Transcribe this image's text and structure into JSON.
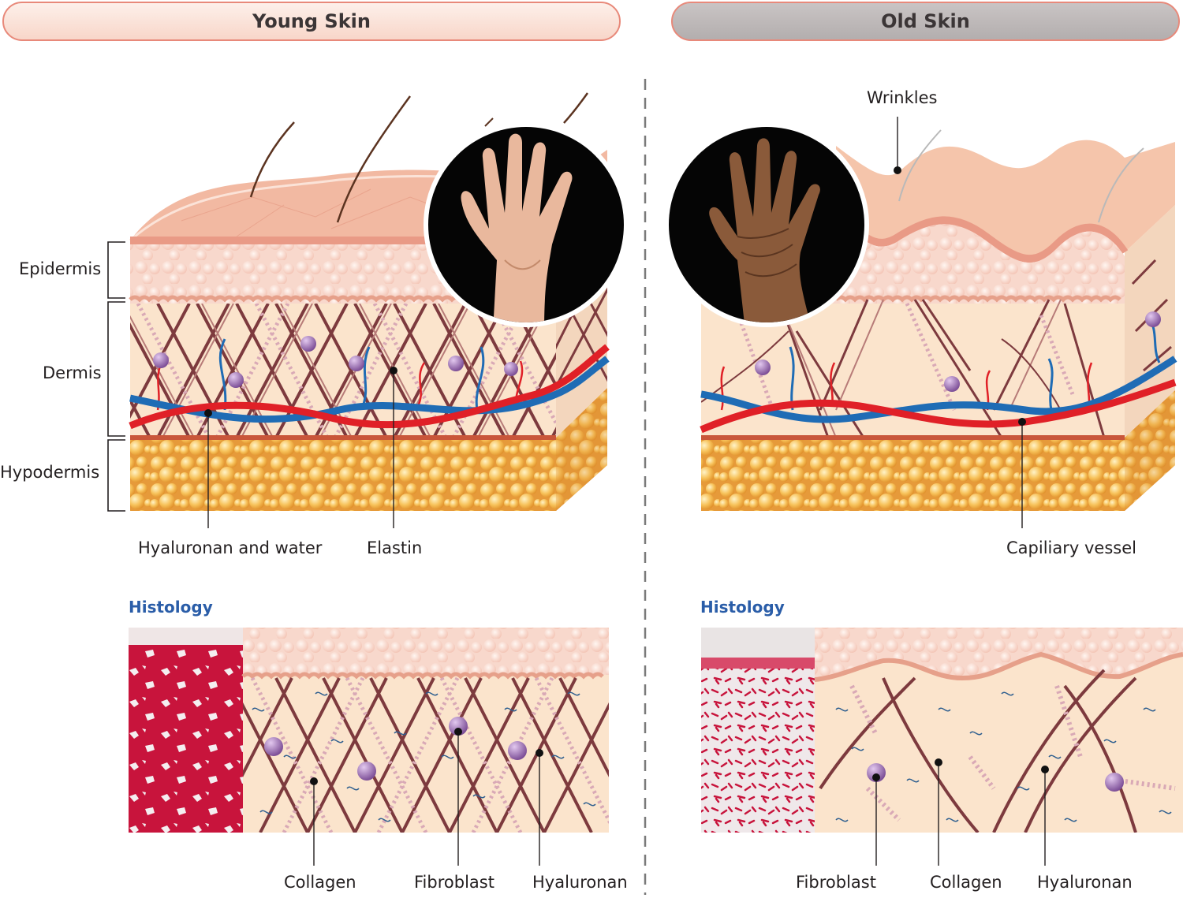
{
  "panels": {
    "young": {
      "title": "Young Skin"
    },
    "old": {
      "title": "Old Skin"
    }
  },
  "layers": {
    "epidermis": "Epidermis",
    "dermis": "Dermis",
    "hypodermis": "Hypodermis"
  },
  "young_labels": {
    "hyaluronan_water": "Hyaluronan and water",
    "elastin": "Elastin"
  },
  "old_labels": {
    "wrinkles": "Wrinkles",
    "capillary": "Capiliary vessel"
  },
  "histology": {
    "title_young": "Histology",
    "title_old": "Histology",
    "young": {
      "collagen": "Collagen",
      "fibroblast": "Fibroblast",
      "hyaluronan": "Hyaluronan"
    },
    "old": {
      "fibroblast": "Fibroblast",
      "collagen": "Collagen",
      "hyaluronan": "Hyaluronan"
    }
  },
  "colors": {
    "skin_surface": "#f0b8a0",
    "epidermis": "#f9d7cb",
    "dermis": "#fbe4cc",
    "fat": "#f5b94a",
    "artery": "#e02027",
    "vein": "#1f6cb5",
    "collagen": "#7d3a3e",
    "fibroblast": "#9b6fb3",
    "histo_stain": "#c8143c",
    "divider": "#7a7a7a"
  }
}
